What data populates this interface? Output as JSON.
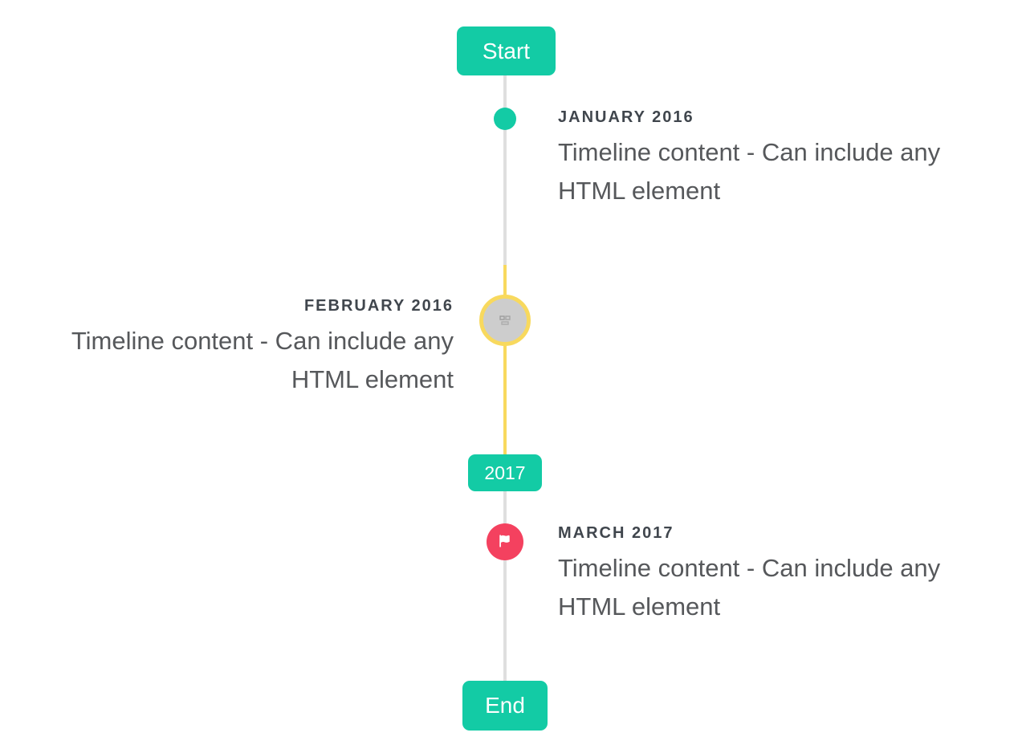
{
  "colors": {
    "teal": "#13cba5",
    "yellow": "#f8d95e",
    "red": "#f4415f",
    "line-gray": "#dfdfdf",
    "circle-gray": "#cdcdcd",
    "title-text": "#40464d",
    "body-text": "#56585b",
    "badge-text": "#ffffff",
    "page-bg": "#ffffff"
  },
  "timeline": {
    "start_label": "Start",
    "year_label": "2017",
    "end_label": "End",
    "entries": [
      {
        "title": "JANUARY 2016",
        "content": "Timeline content - Can include any HTML element",
        "side": "right",
        "marker": "teal-dot"
      },
      {
        "title": "FEBRUARY 2016",
        "content": "Timeline content - Can include any HTML element",
        "side": "left",
        "marker": "gray-circle-yellow-ring-broken-image"
      },
      {
        "title": "MARCH 2017",
        "content": "Timeline content - Can include any HTML element",
        "side": "right",
        "marker": "red-flag-circle"
      }
    ]
  }
}
